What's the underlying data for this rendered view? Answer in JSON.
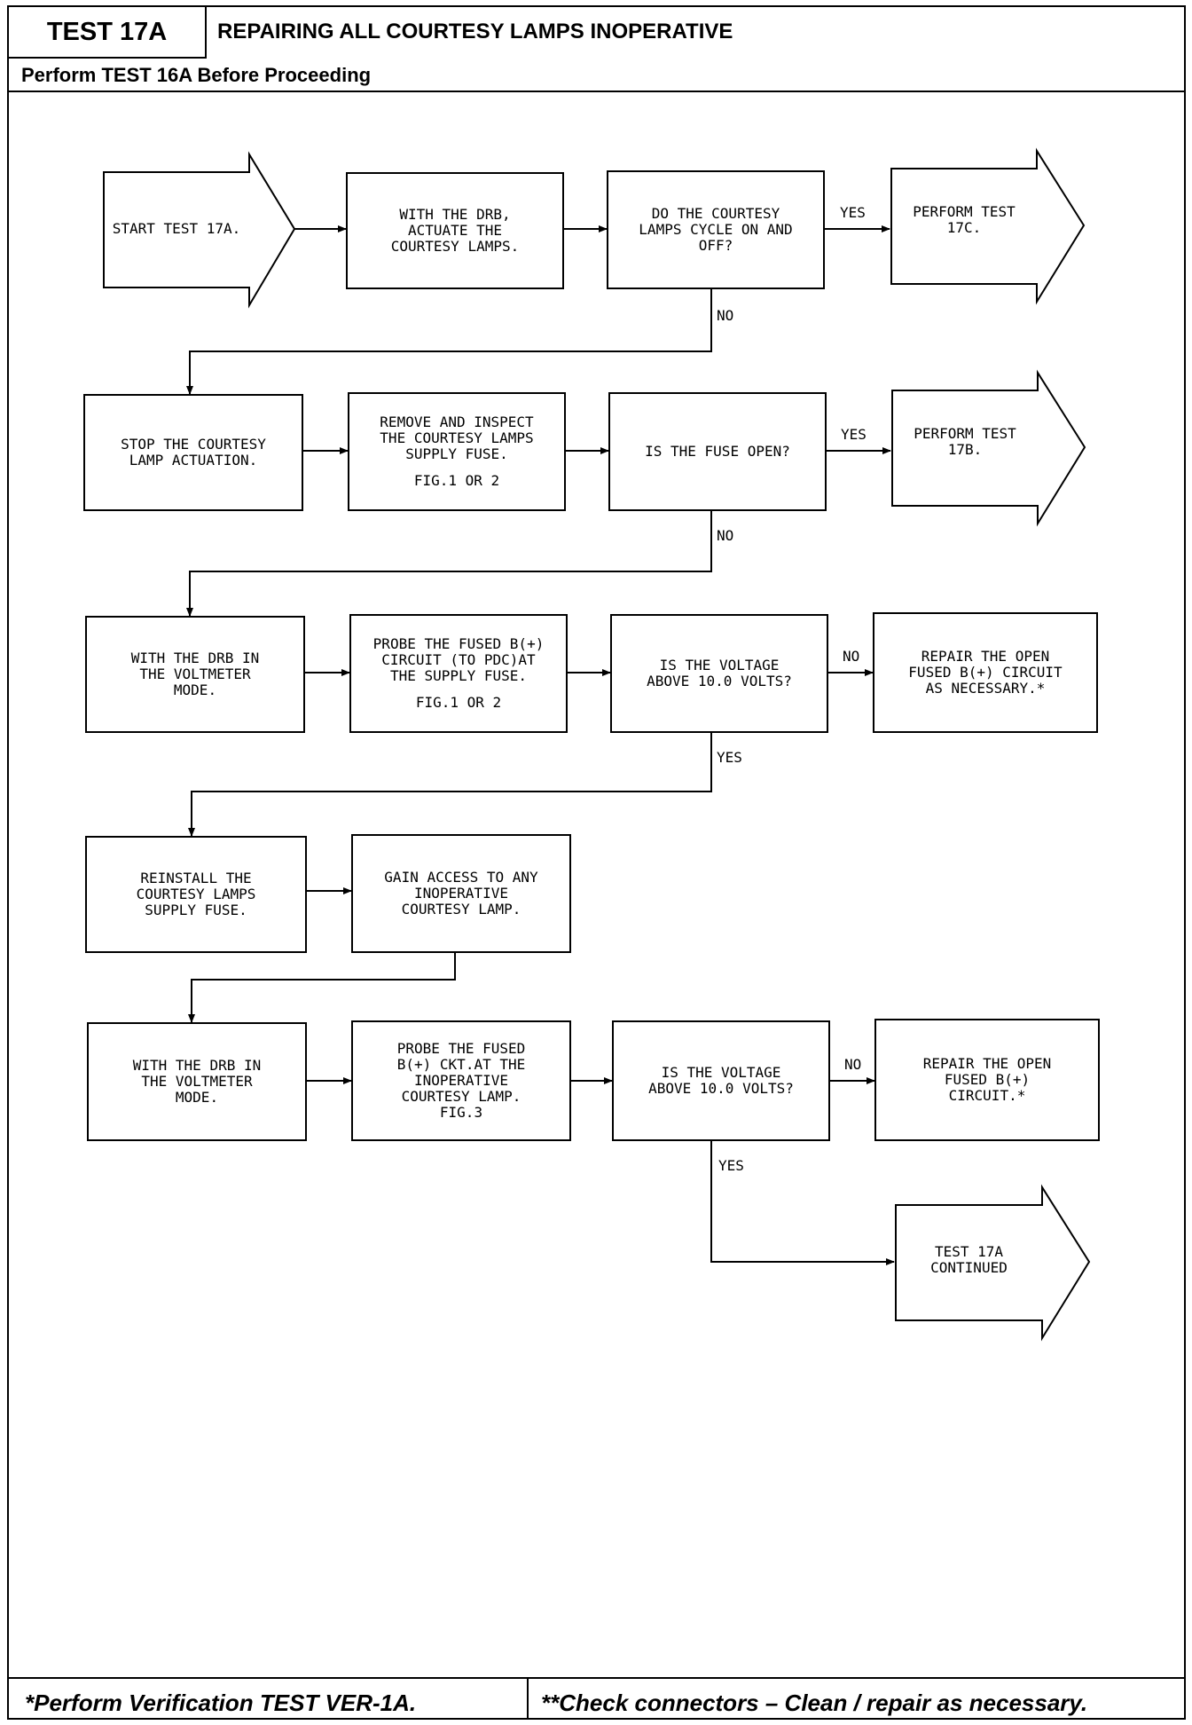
{
  "header": {
    "test_label": "TEST 17A",
    "title": "REPAIRING ALL COURTESY LAMPS INOPERATIVE",
    "subtitle": "Perform TEST 16A Before Proceeding"
  },
  "footer": {
    "left": "*Perform Verification TEST VER-1A.",
    "right": "**Check connectors – Clean / repair as necessary."
  },
  "flow": {
    "start": "START TEST 17A.",
    "actuate": "WITH THE DRB,\nACTUATE THE\nCOURTESY LAMPS.",
    "q_cycle": "DO THE COURTESY\nLAMPS CYCLE ON AND\nOFF?",
    "perform_17c": "PERFORM TEST\n17C.",
    "stop": "STOP THE COURTESY\nLAMP ACTUATION.",
    "inspect_fuse": "REMOVE AND INSPECT\nTHE COURTESY LAMPS\nSUPPLY FUSE.",
    "inspect_fuse_fig": "FIG.1 OR 2",
    "q_fuse": "IS THE FUSE OPEN?",
    "perform_17b": "PERFORM TEST\n17B.",
    "drb_voltmeter_1": "WITH THE DRB IN\nTHE VOLTMETER\nMODE.",
    "probe_fuse": "PROBE THE FUSED B(+)\nCIRCUIT (TO PDC)AT\nTHE SUPPLY FUSE.",
    "probe_fuse_fig": "FIG.1 OR 2",
    "q_voltage_1": "IS THE VOLTAGE\nABOVE 10.0 VOLTS?",
    "repair_1": "REPAIR THE OPEN\nFUSED B(+) CIRCUIT\nAS NECESSARY.*",
    "reinstall": "REINSTALL THE\nCOURTESY LAMPS\nSUPPLY FUSE.",
    "gain_access": "GAIN ACCESS TO ANY\nINOPERATIVE\nCOURTESY LAMP.",
    "drb_voltmeter_2": "WITH THE DRB IN\nTHE VOLTMETER\nMODE.",
    "probe_lamp": "PROBE THE FUSED\nB(+) CKT.AT THE\nINOPERATIVE\nCOURTESY LAMP.\nFIG.3",
    "q_voltage_2": "IS THE VOLTAGE\nABOVE 10.0 VOLTS?",
    "repair_2": "REPAIR THE OPEN\nFUSED B(+)\nCIRCUIT.*",
    "continued": "TEST 17A\nCONTINUED"
  },
  "labels": {
    "yes": "YES",
    "no": "NO"
  }
}
